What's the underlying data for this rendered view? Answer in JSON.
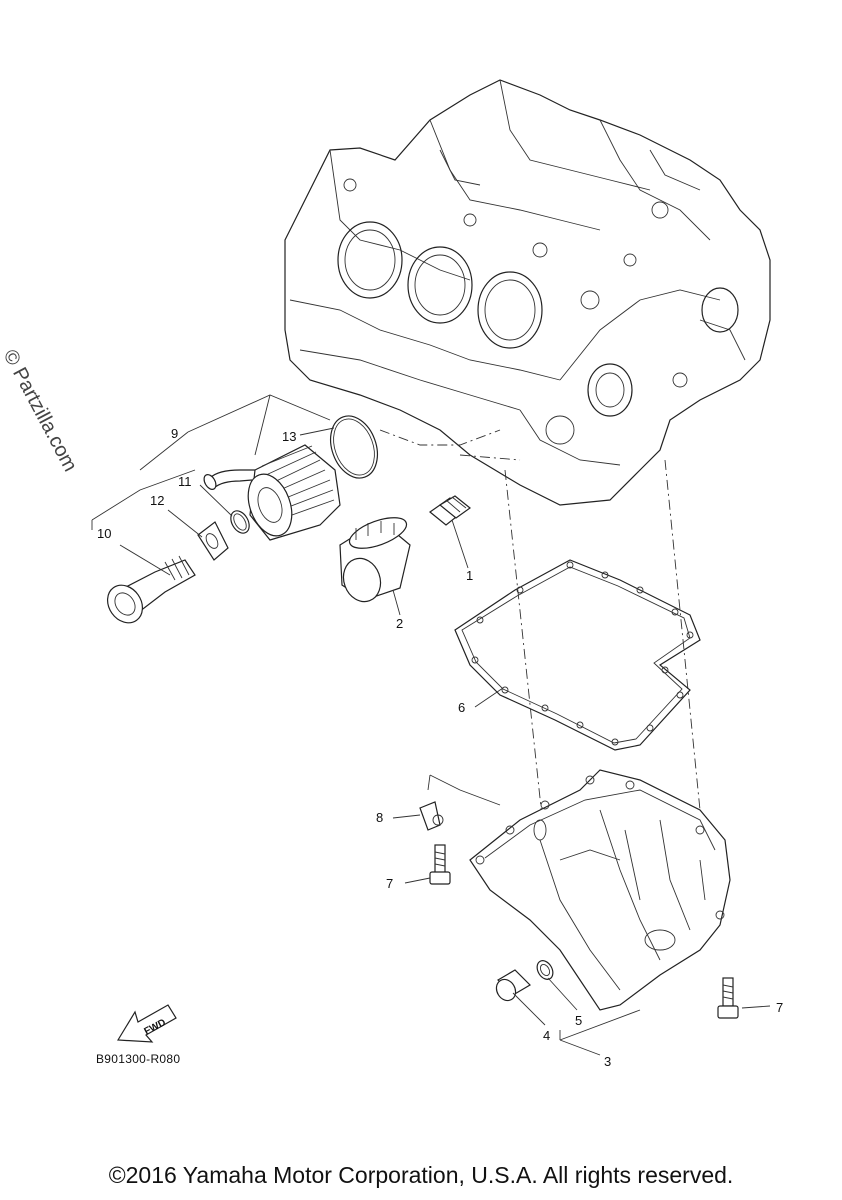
{
  "watermark": "© Partzilla.com",
  "diagram_code": "B901300-R080",
  "copyright": "©2016 Yamaha Motor Corporation, U.S.A. All rights reserved.",
  "fwd_label": "FWD",
  "callouts": {
    "c1": "1",
    "c2": "2",
    "c3": "3",
    "c4": "4",
    "c5": "5",
    "c6": "6",
    "c7a": "7",
    "c7b": "7",
    "c8": "8",
    "c9": "9",
    "c10": "10",
    "c11": "11",
    "c12": "12",
    "c13": "13"
  }
}
